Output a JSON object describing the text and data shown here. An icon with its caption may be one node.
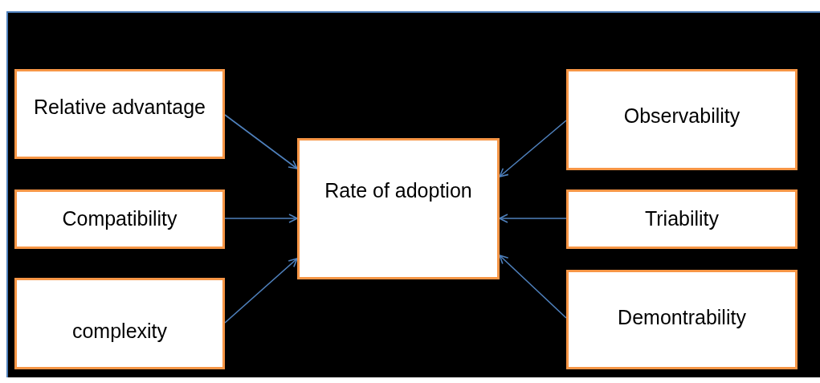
{
  "diagram": {
    "nodes": [
      {
        "text": [
          "Relative advantage"
        ]
      },
      {
        "text": [
          "Compatibility"
        ]
      },
      {
        "text": [
          "complexity"
        ]
      },
      {
        "text": [
          "Rate of adoption"
        ]
      },
      {
        "text": [
          "Observability"
        ]
      },
      {
        "text": [
          "Triability"
        ]
      },
      {
        "text": [
          "Demontrability"
        ]
      }
    ],
    "edges": [
      {
        "from": 0,
        "to": 3,
        "arrow": "to"
      },
      {
        "from": 1,
        "to": 3,
        "arrow": "to"
      },
      {
        "from": 2,
        "to": 3,
        "arrow": "to"
      },
      {
        "from": 4,
        "to": 3,
        "arrow": "to"
      },
      {
        "from": 5,
        "to": 3,
        "arrow": "to"
      },
      {
        "from": 6,
        "to": 3,
        "arrow": "to"
      }
    ]
  }
}
